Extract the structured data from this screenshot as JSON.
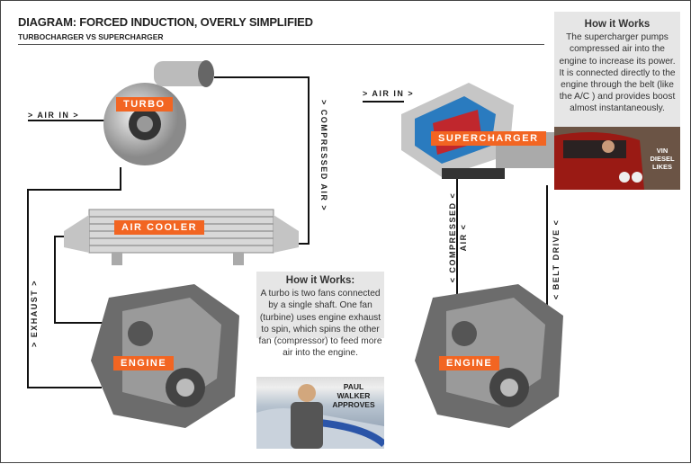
{
  "header": {
    "title": "DIAGRAM: FORCED INDUCTION, OVERLY SIMPLIFIED",
    "subtitle": "TURBOCHARGER VS SUPERCHARGER"
  },
  "turbo_side": {
    "air_in": "> AIR IN >",
    "turbo_label": "TURBO",
    "compressed_air": "> COMPRESSED AIR >",
    "air_cooler_label": "AIR COOLER",
    "exhaust": "> EXHAUST >",
    "engine_label": "ENGINE",
    "info": {
      "heading": "How it Works:",
      "body": "A turbo is two fans connected by a single shaft. One fan (turbine) uses engine exhaust to spin, which spins the other fan (compressor) to feed more air into the engine.",
      "caption": "PAUL WALKER APPROVES"
    }
  },
  "super_side": {
    "air_in": "> AIR IN >",
    "supercharger_label": "SUPERCHARGER",
    "compressed_air": "< COMPRESSED < AIR <",
    "belt_drive": "< BELT DRIVE <",
    "engine_label": "ENGINE",
    "info": {
      "heading": "How it Works",
      "body": "The supercharger pumps compressed air into the engine to increase its power. It is connected directly to the engine through the belt (like the A/C ) and provides boost almost instantaneously.",
      "caption": "VIN DIESEL LIKES"
    }
  },
  "colors": {
    "accent": "#f26522",
    "info_bg": "#e6e6e6"
  }
}
